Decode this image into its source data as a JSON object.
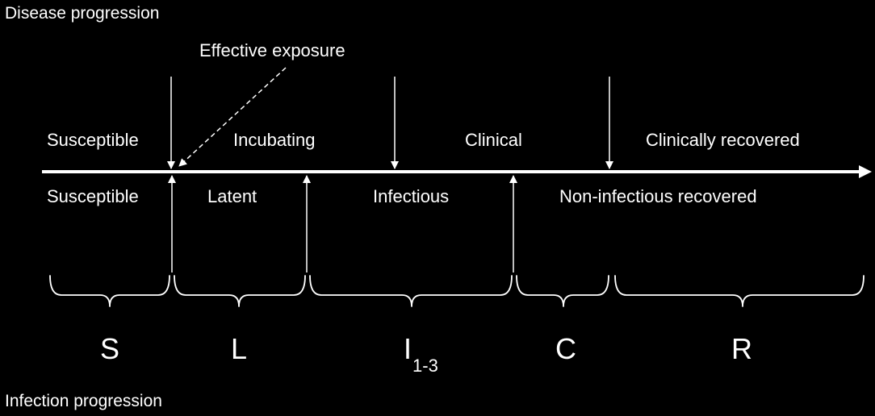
{
  "corner_labels": {
    "disease": "Disease progression",
    "infection": "Infection progression"
  },
  "exposure_label": "Effective exposure",
  "disease_states": [
    "Susceptible",
    "Incubating",
    "Clinical",
    "Clinically recovered"
  ],
  "infection_states": [
    "Susceptible",
    "Latent",
    "Infectious",
    "Non-infectious recovered"
  ],
  "compartments": {
    "s": "S",
    "l": "L",
    "i": "I",
    "i_sub": "1-3",
    "c": "C",
    "r": "R"
  },
  "colors": {
    "background": "#000000",
    "foreground": "#ffffff"
  }
}
